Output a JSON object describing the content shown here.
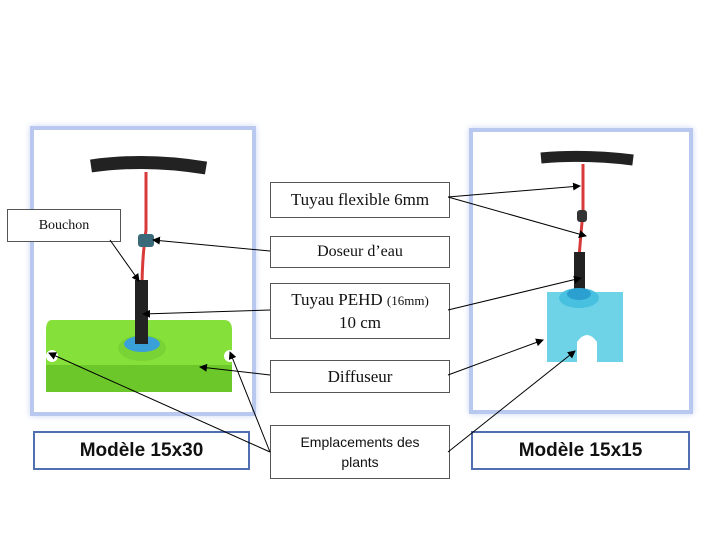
{
  "labels": {
    "bouchon": "Bouchon",
    "tuyau_flexible": "Tuyau flexible 6mm",
    "doseur": "Doseur d’eau",
    "tuyau_pehd_main": "Tuyau PEHD",
    "tuyau_pehd_size": "(16mm)",
    "tuyau_pehd_length": "10 cm",
    "diffuseur": "Diffuseur",
    "emplacements_line1": "Emplacements des",
    "emplacements_line2": "plants"
  },
  "captions": {
    "left": "Modèle 15x30",
    "right": "Modèle 15x15"
  },
  "colors": {
    "frame": "#b9c8ee",
    "caption_border": "#4f6fb0",
    "green_base": "#86e03a",
    "blue_base": "#6fd3e8",
    "tube": "#222222",
    "red_tube": "#d83a3a"
  }
}
